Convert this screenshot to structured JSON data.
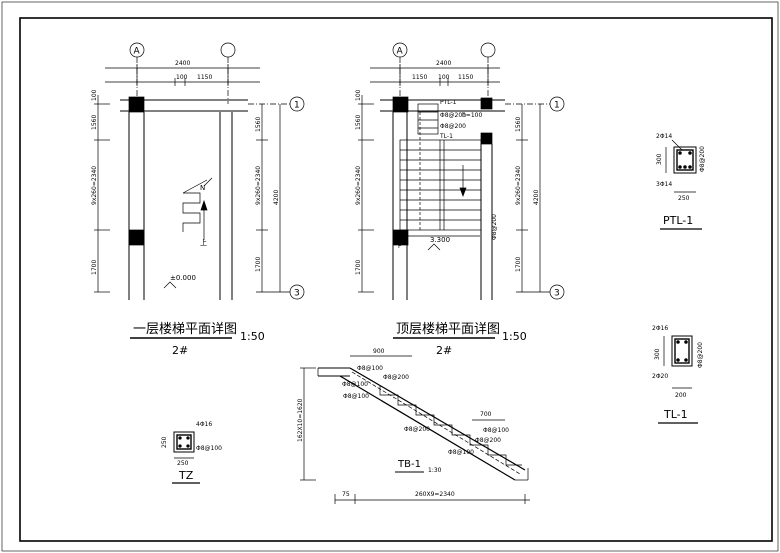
{
  "drawing": {
    "plan1": {
      "title": "一层楼梯平面详图",
      "scale": "1:50",
      "sub": "2#",
      "axis_top_left": "A",
      "axis_right_top": "1",
      "axis_right_bottom": "3",
      "dim_top_total": "2400",
      "dim_top_a": "100",
      "dim_top_b": "1150",
      "dim_left_a": "100",
      "dim_left_b": "1560",
      "dim_left_c": "9x260=2340",
      "dim_left_d": "1700",
      "dim_right_a": "1560",
      "dim_right_b": "9x260=2340",
      "dim_right_c": "1700",
      "dim_right_total": "4200",
      "level": "±0.000",
      "arrow_up": "上"
    },
    "plan2": {
      "title": "顶层楼梯平面详图",
      "scale": "1:50",
      "sub": "2#",
      "axis_top_left": "A",
      "axis_right_top": "1",
      "axis_right_bottom": "3",
      "dim_top_total": "2400",
      "dim_top_a": "1150",
      "dim_top_b": "100",
      "dim_top_c": "1150",
      "dim_left_a": "100",
      "dim_left_b": "1560",
      "dim_left_c": "9x260=2340",
      "dim_left_d": "1700",
      "dim_right_a": "1560",
      "dim_right_b": "9x260=2340",
      "dim_right_c": "1700",
      "dim_right_total": "4200",
      "level": "3.300",
      "label_ptl": "PTL-1",
      "label_tl": "TL-1",
      "label_h": "h=100",
      "label_f": "F",
      "label_rebar1": "Φ8@200",
      "label_rebar2": "Φ8@200",
      "label_rebar3": "Φ8@200"
    },
    "ptl1": {
      "label": "PTL-1",
      "top_bar": "2Φ14",
      "bottom_bar": "3Φ14",
      "stirrup": "Φ8@200",
      "height": "300",
      "width": "250"
    },
    "tl1": {
      "label": "TL-1",
      "top_bar": "2Φ16",
      "bottom_bar": "2Φ20",
      "stirrup": "Φ8@200",
      "height": "300",
      "width": "200"
    },
    "tz": {
      "label": "TZ",
      "top_bar": "4Φ16",
      "stirrup": "Φ8@100",
      "width": "250",
      "height": "250"
    },
    "tb1": {
      "label": "TB-1",
      "scale": "1:30",
      "dim_top": "900",
      "dim_mid": "700",
      "dim_bottom_a": "75",
      "dim_bottom_b": "260X9=2340",
      "dim_left": "162X10=1620",
      "rebar_a": "Φ8@100",
      "rebar_b": "Φ8@200",
      "rebar_c": "Φ8@100",
      "rebar_d": "Φ8@100",
      "rebar_e": "Φ8@200",
      "rebar_f": "Φ8@100",
      "rebar_g": "Φ8@200",
      "rebar_h": "Φ8@100"
    }
  }
}
